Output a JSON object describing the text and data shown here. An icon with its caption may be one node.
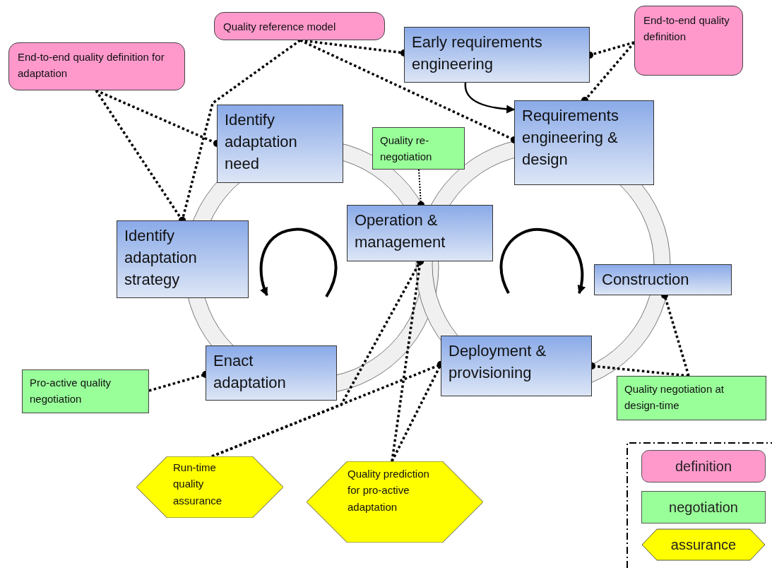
{
  "diagram": {
    "nodes": [
      {
        "text": [
          "Quality reference model"
        ]
      },
      {
        "text": [
          "End-to-end quality definition for adaptation"
        ]
      },
      {
        "text": [
          "Early requirements engineering"
        ]
      },
      {
        "text": [
          "End-to-end quality definition"
        ]
      },
      {
        "text": [
          "Identify adaptation need"
        ]
      },
      {
        "text": [
          "Quality re-negotiation"
        ]
      },
      {
        "text": [
          "Requirements engineering & design"
        ]
      },
      {
        "text": [
          "Identify adaptation strategy"
        ]
      },
      {
        "text": [
          "Operation & management"
        ]
      },
      {
        "text": [
          "Construction"
        ]
      },
      {
        "text": [
          "Enact adaptation"
        ]
      },
      {
        "text": [
          "Pro-active quality negotiation"
        ]
      },
      {
        "text": [
          "Deployment & provisioning"
        ]
      },
      {
        "text": [
          "Quality negotiation at design-time"
        ]
      },
      {
        "text": [
          "Run-time quality assurance"
        ]
      },
      {
        "text": [
          "Quality prediction for pro-active adaptation"
        ]
      }
    ],
    "edges": [
      {
        "from": 0,
        "to": 2,
        "arrow": "other",
        "style": "dashed"
      },
      {
        "from": 0,
        "to": 6,
        "arrow": "other",
        "style": "dashed"
      },
      {
        "from": 0,
        "to": 7,
        "arrow": "other",
        "style": "dashed"
      },
      {
        "from": 1,
        "to": 4,
        "arrow": "other",
        "style": "dashed"
      },
      {
        "from": 1,
        "to": 7,
        "arrow": "other",
        "style": "dashed"
      },
      {
        "from": 3,
        "to": 2,
        "arrow": "other",
        "style": "dashed"
      },
      {
        "from": 3,
        "to": 6,
        "arrow": "other",
        "style": "dashed"
      },
      {
        "from": 2,
        "to": 6,
        "arrow": "to"
      },
      {
        "from": 5,
        "to": 8,
        "arrow": "other",
        "style": "dashed"
      },
      {
        "from": 11,
        "to": 10,
        "arrow": "other",
        "style": "dashed"
      },
      {
        "from": 14,
        "to": 8,
        "arrow": "other",
        "style": "dashed"
      },
      {
        "from": 14,
        "to": 12,
        "arrow": "other",
        "style": "dashed"
      },
      {
        "from": 15,
        "to": 8,
        "arrow": "other",
        "style": "dashed"
      },
      {
        "from": 15,
        "to": 12,
        "arrow": "other",
        "style": "dashed"
      },
      {
        "from": 13,
        "to": 12,
        "arrow": "other",
        "style": "dashed"
      },
      {
        "from": 13,
        "to": 9,
        "arrow": "other",
        "style": "dashed"
      }
    ],
    "legend": [
      {
        "text": "definition",
        "color": "#ff99cc"
      },
      {
        "text": "negotiation",
        "color": "#99ff99"
      },
      {
        "text": "assurance",
        "color": "#ffff00"
      }
    ]
  }
}
